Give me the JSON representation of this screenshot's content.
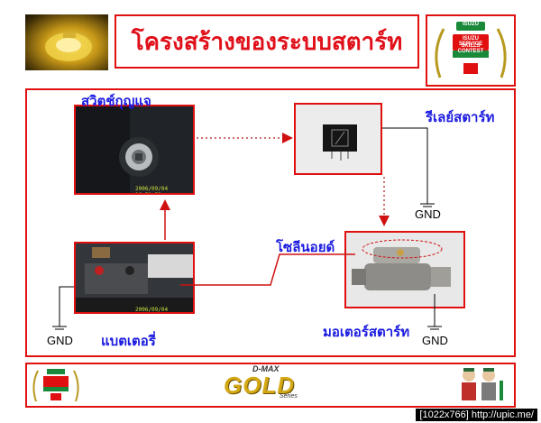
{
  "title": "โครงสร้างของระบบสตาร์ท",
  "labels": {
    "key_switch": "สวิตช์กุญแจ",
    "relay": "รีเลย์สตาร์ท",
    "solenoid": "โซลีนอยด์",
    "starter_motor": "มอเตอร์สตาร์ท",
    "battery": "แบตเตอรี่"
  },
  "ground_label": "GND",
  "photo_stamps": {
    "key_switch": "2006/09/04  16:51:52",
    "battery": "2006/09/04  16:47:49"
  },
  "logo_badge": {
    "brand": "ISUZU",
    "line1": "ISUZU SERVICE",
    "line2": "SKILLS CONTEST"
  },
  "footer": {
    "gold_logo_top": "D-MAX",
    "gold_logo_main": "GOLD",
    "gold_logo_sub": "Series",
    "watermark": "[1022x766] http://upic.me/"
  },
  "colors": {
    "frame_red": "#e01010",
    "title_red": "#e0101a",
    "label_blue": "#1a1ae0",
    "arrow_red": "#d01010"
  }
}
